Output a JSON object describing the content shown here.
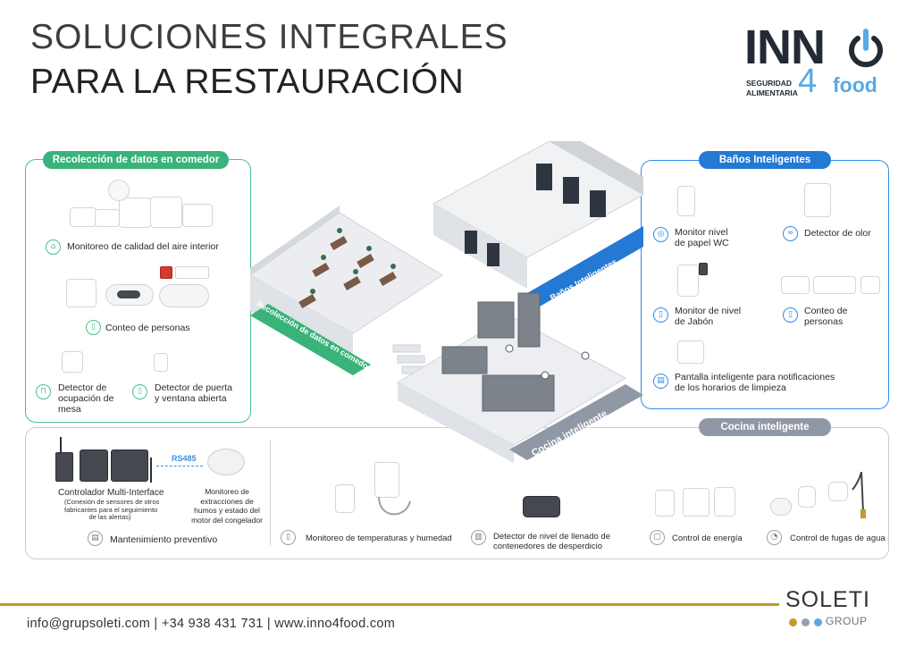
{
  "header": {
    "title_line1": "SOLUCIONES INTEGRALES",
    "title_line2": "PARA LA RESTAURACIÓN"
  },
  "logo": {
    "name": "INN4food",
    "big_text": "INN",
    "digit": "4",
    "suffix": "food",
    "tagline_line1": "SEGURIDAD",
    "tagline_line2": "ALIMENTARIA",
    "icon": "power-icon",
    "colors": {
      "dark": "#232a35",
      "accent": "#5aa9e6"
    }
  },
  "comedor": {
    "title": "Recolección de datos en comedor",
    "color": "#39b37a",
    "items": {
      "air": "Monitoreo de calidad del aire interior",
      "people": "Conteo de personas",
      "table_1": "Detector de",
      "table_2": "ocupación de",
      "table_3": "mesa",
      "door_1": "Detector de puerta",
      "door_2": "y ventana abierta"
    }
  },
  "banos": {
    "title": "Baños Inteligentes",
    "color": "#2379d4",
    "items": {
      "paper_1": "Monitor nivel",
      "paper_2": "de papel WC",
      "odor": "Detector de olor",
      "soap_1": "Monitor de nivel",
      "soap_2": "de Jabón",
      "count_1": "Conteo de",
      "count_2": "personas",
      "screen_1": "Pantalla inteligente para notificaciones",
      "screen_2": "de los horarios de limpieza"
    }
  },
  "cocina": {
    "title": "Cocina inteligente",
    "color": "#9098a6",
    "rs485": "RS485",
    "controller_title": "Controlador Multi-Interface",
    "controller_note_1": "(Conexión de sensores de otros",
    "controller_note_2": "fabricantes para el seguimiento",
    "controller_note_3": "de las alertas)",
    "smoke_1": "Monitoreo de",
    "smoke_2": "extracciones de",
    "smoke_3": "humos y estado del",
    "smoke_4": "motor del congelador",
    "maintenance": "Mantenimiento preventivo",
    "temp": "Monitoreo de temperaturas y humedad",
    "waste_1": "Detector de nivel de llenado de",
    "waste_2": "contenedores de desperdicio",
    "energy": "Control de energía",
    "water": "Control de fugas de agua"
  },
  "illustration": {
    "banner_comedor": "Recolección de datos en comedor",
    "banner_banos": "Baños Inteligentes",
    "banner_cocina": "Cocina inteligente"
  },
  "footer": {
    "contact": "info@grupsoleti.com | +34 938 431 731 | www.inno4food.com",
    "brand": "SOLETI",
    "brand_sub": "GROUP",
    "dot_colors": [
      "#c49a2e",
      "#9aa0aa",
      "#5aa9e6"
    ],
    "line_color": "#c49a2e"
  }
}
